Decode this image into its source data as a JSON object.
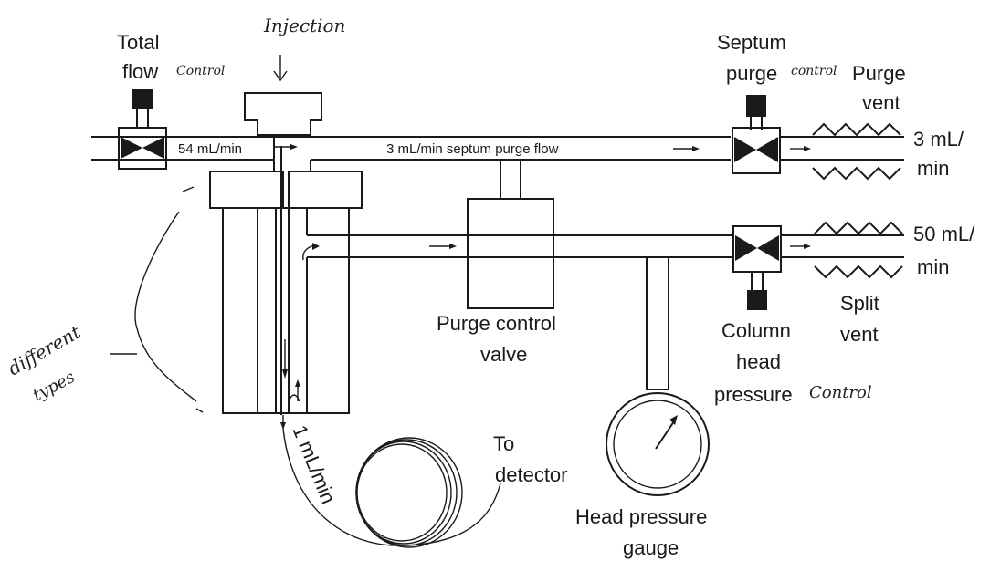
{
  "labels": {
    "total_flow_1": "Total",
    "total_flow_2": "flow",
    "injection": "Injection",
    "control_total": "Control",
    "septum_purge_1": "Septum",
    "septum_purge_2": "purge",
    "control_septum": "control",
    "purge_vent_1": "Purge",
    "purge_vent_2": "vent",
    "flow_54": "54 mL/min",
    "septum_flow": "3 mL/min septum purge flow",
    "flow_3_1": "3 mL/",
    "flow_3_2": "min",
    "flow_50_1": "50 mL/",
    "flow_50_2": "min",
    "split_vent_1": "Split",
    "split_vent_2": "vent",
    "purge_valve_1": "Purge control",
    "purge_valve_2": "valve",
    "column_head_1": "Column",
    "column_head_2": "head",
    "column_head_3": "pressure",
    "control_column": "Control",
    "flow_1": "1 mL/min",
    "to_detector_1": "To",
    "to_detector_2": "detector",
    "head_gauge_1": "Head pressure",
    "head_gauge_2": "gauge",
    "different_1": "different",
    "different_2": "types"
  }
}
